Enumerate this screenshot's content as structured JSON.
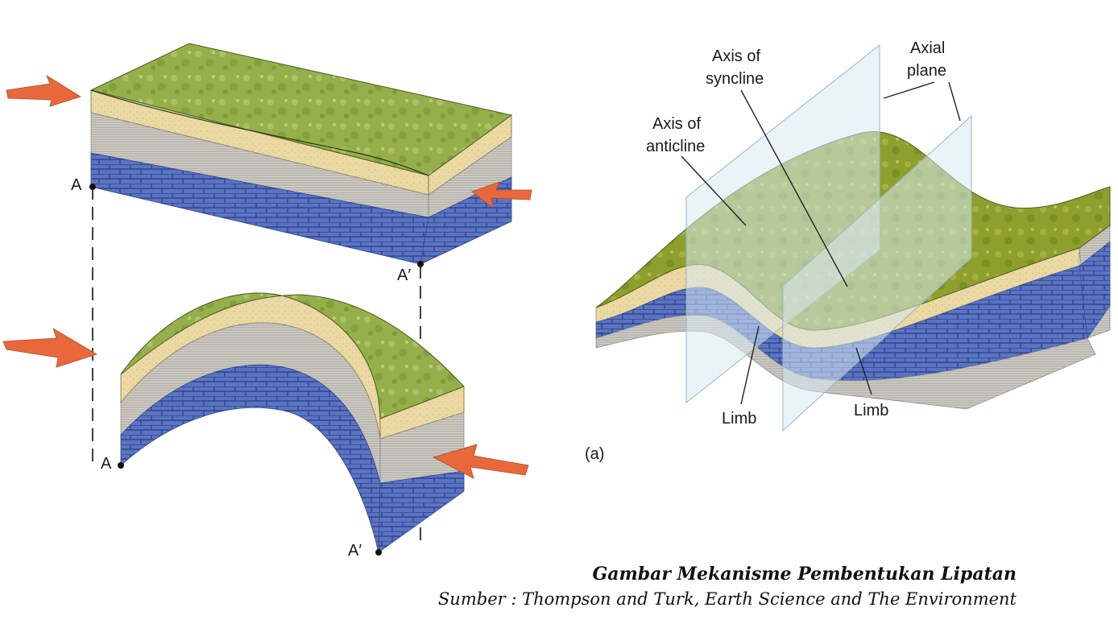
{
  "left_figure": {
    "point_a_top": "A",
    "point_a_prime_top": "A′",
    "point_a_bottom": "A",
    "point_a_prime_bottom": "A′"
  },
  "right_figure": {
    "axis_syncline_line1": "Axis of",
    "axis_syncline_line2": "syncline",
    "axial_plane_line1": "Axial",
    "axial_plane_line2": "plane",
    "axis_anticline_line1": "Axis of",
    "axis_anticline_line2": "anticline",
    "limb_left": "Limb",
    "limb_right": "Limb",
    "panel_tag": "(a)"
  },
  "caption": {
    "title": "Gambar Mekanisme Pembentukan Lipatan",
    "source": "Sumber : Thompson and Turk, Earth Science and The Environment"
  },
  "colors": {
    "grass": "#8fae3e",
    "sand": "#e8d8a0",
    "shale": "#c9c6c0",
    "limestone": "#5b74c2",
    "arrow": "#e8683c"
  }
}
